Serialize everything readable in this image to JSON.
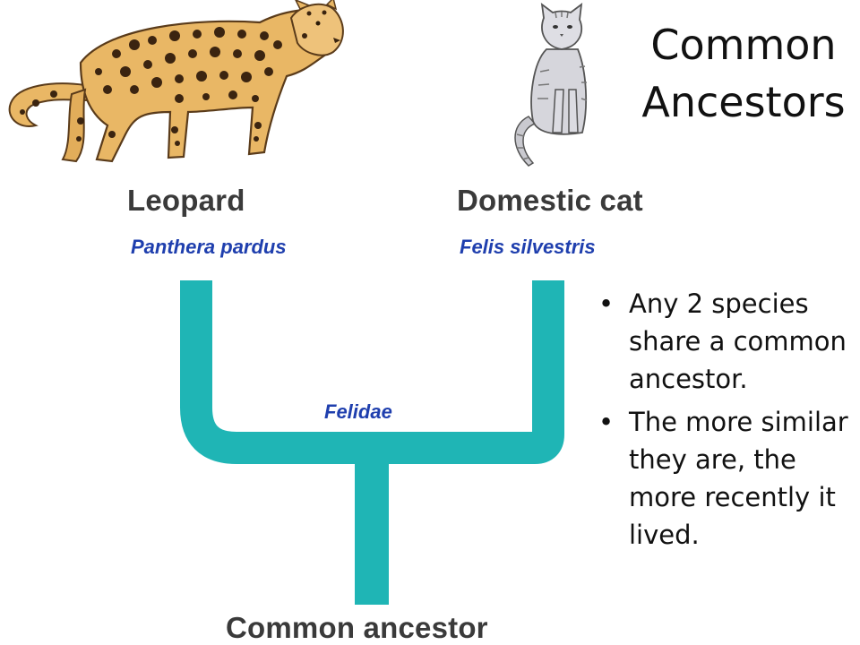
{
  "title": "Common Ancestors",
  "species": [
    {
      "common": "Leopard",
      "scientific": "Panthera pardus"
    },
    {
      "common": "Domestic cat",
      "scientific": "Felis silvestris"
    }
  ],
  "family_label": "Felidae",
  "root_label": "Common ancestor",
  "bullets": [
    "Any 2 species share a common ancestor.",
    "The more similar they are, the more recently it lived."
  ],
  "bullet_glyph": "•",
  "colors": {
    "branch": "#1fb5b5",
    "scientific_name": "#1f3fae",
    "species_name": "#3a3a3a",
    "leopard_coat": "#e9b765",
    "cat_fur": "#c9c9cf"
  },
  "icons": [
    "leopard-illustration",
    "domestic-cat-illustration"
  ]
}
